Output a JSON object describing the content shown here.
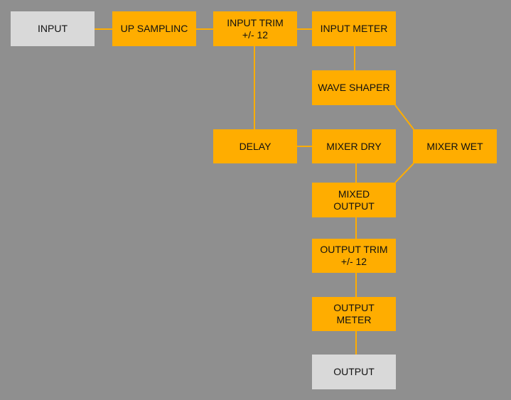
{
  "colors": {
    "background": "#8f8f8f",
    "block": "#ffad00",
    "io_block": "#d9d9d9",
    "connector": "#ffad00"
  },
  "nodes": {
    "input": "INPUT",
    "up_sampling": "UP SAMPLINC",
    "input_trim": "INPUT TRIM\n+/- 12",
    "input_meter": "INPUT METER",
    "wave_shaper": "WAVE SHAPER",
    "delay": "DELAY",
    "mixer_dry": "MIXER DRY",
    "mixer_wet": "MIXER WET",
    "mixed_output": "MIXED\nOUTPUT",
    "output_trim": "OUTPUT TRIM\n+/- 12",
    "output_meter": "OUTPUT\nMETER",
    "output": "OUTPUT"
  }
}
